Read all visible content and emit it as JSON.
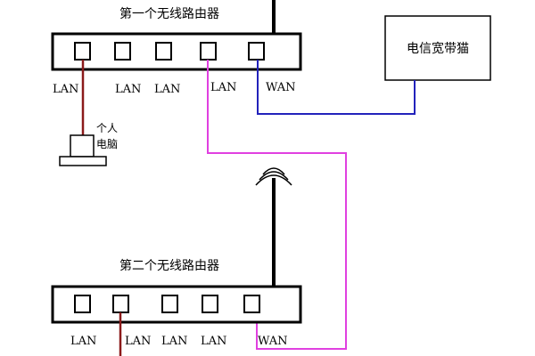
{
  "router1": {
    "title": "第一个无线路由器",
    "ports": [
      "LAN",
      "LAN",
      "LAN",
      "LAN",
      "WAN"
    ]
  },
  "router2": {
    "title": "第二个无线路由器",
    "ports": [
      "LAN",
      "LAN",
      "LAN",
      "LAN",
      "WAN"
    ]
  },
  "modem": {
    "label": "电信宽带猫"
  },
  "pc": {
    "label_line1": "个人",
    "label_line2": "电脑"
  },
  "colors": {
    "pc_cable": "#8b1a1a",
    "wan_cable": "#2222bb",
    "bridge_cable": "#e040e0",
    "outline": "#000000"
  }
}
